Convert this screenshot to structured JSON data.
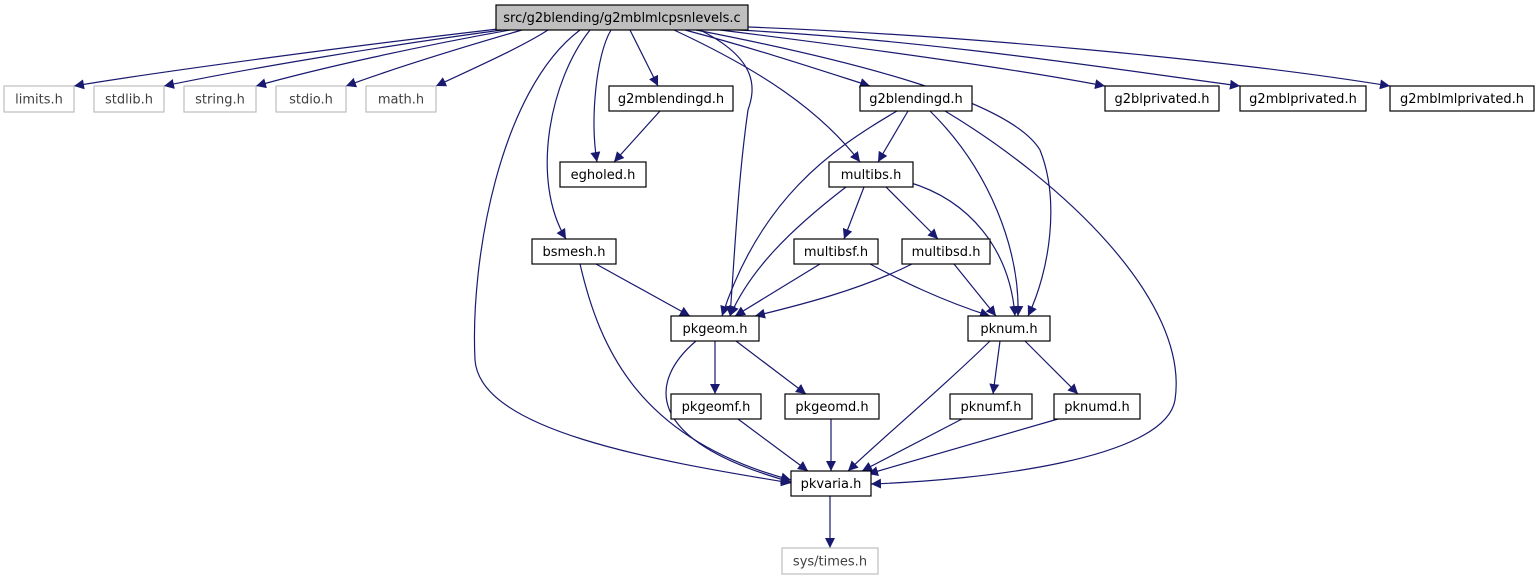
{
  "graph": {
    "edge_color": "#191970",
    "root_fill": "#bfbfbf",
    "system_border": "#bfbfbf",
    "nodes": [
      {
        "id": "root",
        "label": "src/g2blending/g2mblmlcpsnlevels.c",
        "kind": "root"
      },
      {
        "id": "limits",
        "label": "limits.h",
        "kind": "system"
      },
      {
        "id": "stdlib",
        "label": "stdlib.h",
        "kind": "system"
      },
      {
        "id": "string",
        "label": "string.h",
        "kind": "system"
      },
      {
        "id": "stdio",
        "label": "stdio.h",
        "kind": "system"
      },
      {
        "id": "math",
        "label": "math.h",
        "kind": "system"
      },
      {
        "id": "g2mblendingd",
        "label": "g2mblendingd.h",
        "kind": "header"
      },
      {
        "id": "g2blendingd",
        "label": "g2blendingd.h",
        "kind": "header"
      },
      {
        "id": "g2blprivated",
        "label": "g2blprivated.h",
        "kind": "header"
      },
      {
        "id": "g2mblprivated",
        "label": "g2mblprivated.h",
        "kind": "header"
      },
      {
        "id": "g2mblmlprivated",
        "label": "g2mblmlprivated.h",
        "kind": "header"
      },
      {
        "id": "egholed",
        "label": "egholed.h",
        "kind": "header"
      },
      {
        "id": "multibs",
        "label": "multibs.h",
        "kind": "header"
      },
      {
        "id": "bsmesh",
        "label": "bsmesh.h",
        "kind": "header"
      },
      {
        "id": "multibsf",
        "label": "multibsf.h",
        "kind": "header"
      },
      {
        "id": "multibsd",
        "label": "multibsd.h",
        "kind": "header"
      },
      {
        "id": "pkgeom",
        "label": "pkgeom.h",
        "kind": "header"
      },
      {
        "id": "pknum",
        "label": "pknum.h",
        "kind": "header"
      },
      {
        "id": "pkgeomf",
        "label": "pkgeomf.h",
        "kind": "header"
      },
      {
        "id": "pkgeomd",
        "label": "pkgeomd.h",
        "kind": "header"
      },
      {
        "id": "pknumf",
        "label": "pknumf.h",
        "kind": "header"
      },
      {
        "id": "pknumd",
        "label": "pknumd.h",
        "kind": "header"
      },
      {
        "id": "pkvaria",
        "label": "pkvaria.h",
        "kind": "header"
      },
      {
        "id": "systimes",
        "label": "sys/times.h",
        "kind": "system"
      }
    ],
    "edges": [
      [
        "root",
        "limits"
      ],
      [
        "root",
        "stdlib"
      ],
      [
        "root",
        "string"
      ],
      [
        "root",
        "stdio"
      ],
      [
        "root",
        "math"
      ],
      [
        "root",
        "g2mblendingd"
      ],
      [
        "root",
        "egholed"
      ],
      [
        "root",
        "bsmesh"
      ],
      [
        "root",
        "pkvaria"
      ],
      [
        "root",
        "pkgeom"
      ],
      [
        "root",
        "multibs"
      ],
      [
        "root",
        "g2blendingd"
      ],
      [
        "root",
        "pknum"
      ],
      [
        "root",
        "g2blprivated"
      ],
      [
        "root",
        "g2mblprivated"
      ],
      [
        "root",
        "g2mblmlprivated"
      ],
      [
        "g2mblendingd",
        "egholed"
      ],
      [
        "g2blendingd",
        "multibs"
      ],
      [
        "g2blendingd",
        "pkgeom"
      ],
      [
        "g2blendingd",
        "pknum"
      ],
      [
        "g2blendingd",
        "pkvaria"
      ],
      [
        "multibs",
        "multibsf"
      ],
      [
        "multibs",
        "multibsd"
      ],
      [
        "multibs",
        "pkgeom"
      ],
      [
        "multibs",
        "pknum"
      ],
      [
        "bsmesh",
        "pkgeom"
      ],
      [
        "bsmesh",
        "pkvaria"
      ],
      [
        "multibsf",
        "pkgeom"
      ],
      [
        "multibsf",
        "pknum"
      ],
      [
        "multibsd",
        "pkgeom"
      ],
      [
        "multibsd",
        "pknum"
      ],
      [
        "pkgeom",
        "pkgeomf"
      ],
      [
        "pkgeom",
        "pkgeomd"
      ],
      [
        "pkgeom",
        "pkvaria"
      ],
      [
        "pknum",
        "pknumf"
      ],
      [
        "pknum",
        "pknumd"
      ],
      [
        "pknum",
        "pkvaria"
      ],
      [
        "pkgeomf",
        "pkvaria"
      ],
      [
        "pkgeomd",
        "pkvaria"
      ],
      [
        "pknumf",
        "pkvaria"
      ],
      [
        "pknumd",
        "pkvaria"
      ],
      [
        "pkvaria",
        "systimes"
      ]
    ]
  }
}
